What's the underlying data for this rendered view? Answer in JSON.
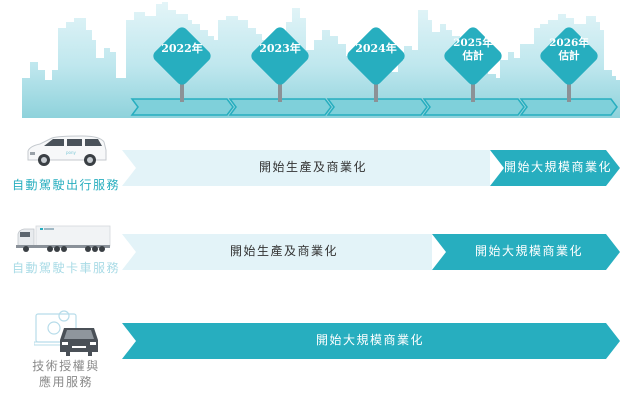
{
  "colors": {
    "teal_dark": "#27aebf",
    "teal_light_bar": "#e3f3f8",
    "skyline_top": "#d6f0f4",
    "skyline_bottom": "#8ed2db",
    "row1_title": "#27aebf",
    "row2_title": "#a9dbe6",
    "row3_title": "#8a8a8a",
    "pole": "#8c9196"
  },
  "timeline": {
    "milestones": [
      {
        "label": "2022年",
        "sub": ""
      },
      {
        "label": "2023年",
        "sub": ""
      },
      {
        "label": "2024年",
        "sub": ""
      },
      {
        "label": "2025年",
        "sub": "估計"
      },
      {
        "label": "2026年",
        "sub": "估計"
      }
    ]
  },
  "rows": [
    {
      "title": "自動駕駛出行服務",
      "icon": "robotaxi-minivan-icon",
      "phases": [
        {
          "label": "開始生產及商業化",
          "style": "light"
        },
        {
          "label": "開始大規模商業化",
          "style": "dark"
        }
      ]
    },
    {
      "title": "自動駕駛卡車服務",
      "icon": "autonomous-truck-icon",
      "phases": [
        {
          "label": "開始生產及商業化",
          "style": "light"
        },
        {
          "label": "開始大規模商業化",
          "style": "dark"
        }
      ]
    },
    {
      "title_line1": "技術授權與",
      "title_line2": "應用服務",
      "icon": "car-gear-laptop-icon",
      "phases": [
        {
          "label": "開始大規模商業化",
          "style": "dark"
        }
      ]
    }
  ]
}
